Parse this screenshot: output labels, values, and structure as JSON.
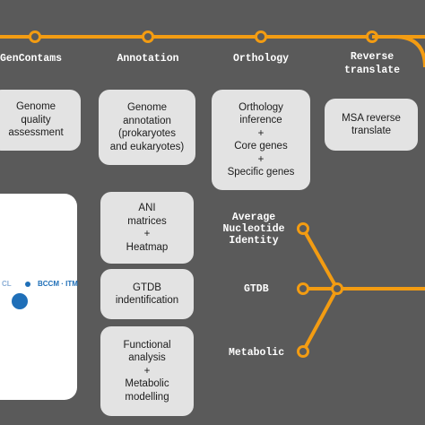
{
  "stages": [
    {
      "label": "GenContams"
    },
    {
      "label": "Annotation"
    },
    {
      "label": "Orthology"
    },
    {
      "label": "Reverse\ntranslate"
    }
  ],
  "boxes": {
    "genome_quality": "Genome\nquality\nassessment",
    "genome_annotation": "Genome\nannotation\n(prokaryotes\nand eukaryotes)",
    "orthology_inference": "Orthology\ninference\n+\nCore genes\n+\nSpecific genes",
    "msa_reverse": "MSA reverse\ntranslate",
    "ani_matrices": "ANI\nmatrices\n+\nHeatmap",
    "gtdb_identification": "GTDB\nindentification",
    "functional_analysis": "Functional\nanalysis\n+\nMetabolic\nmodelling"
  },
  "branches": {
    "ani": "Average\nNucleotide\nIdentity",
    "gtdb": "GTDB",
    "metabolic": "Metabolic"
  },
  "logo": {
    "left_fragment": "CL",
    "brand": "BCCM · ITM",
    "brand_color": "#1f6fb8"
  },
  "colors": {
    "line": "#f39c12",
    "background": "#5a5a5a",
    "box": "#e3e3e3"
  }
}
